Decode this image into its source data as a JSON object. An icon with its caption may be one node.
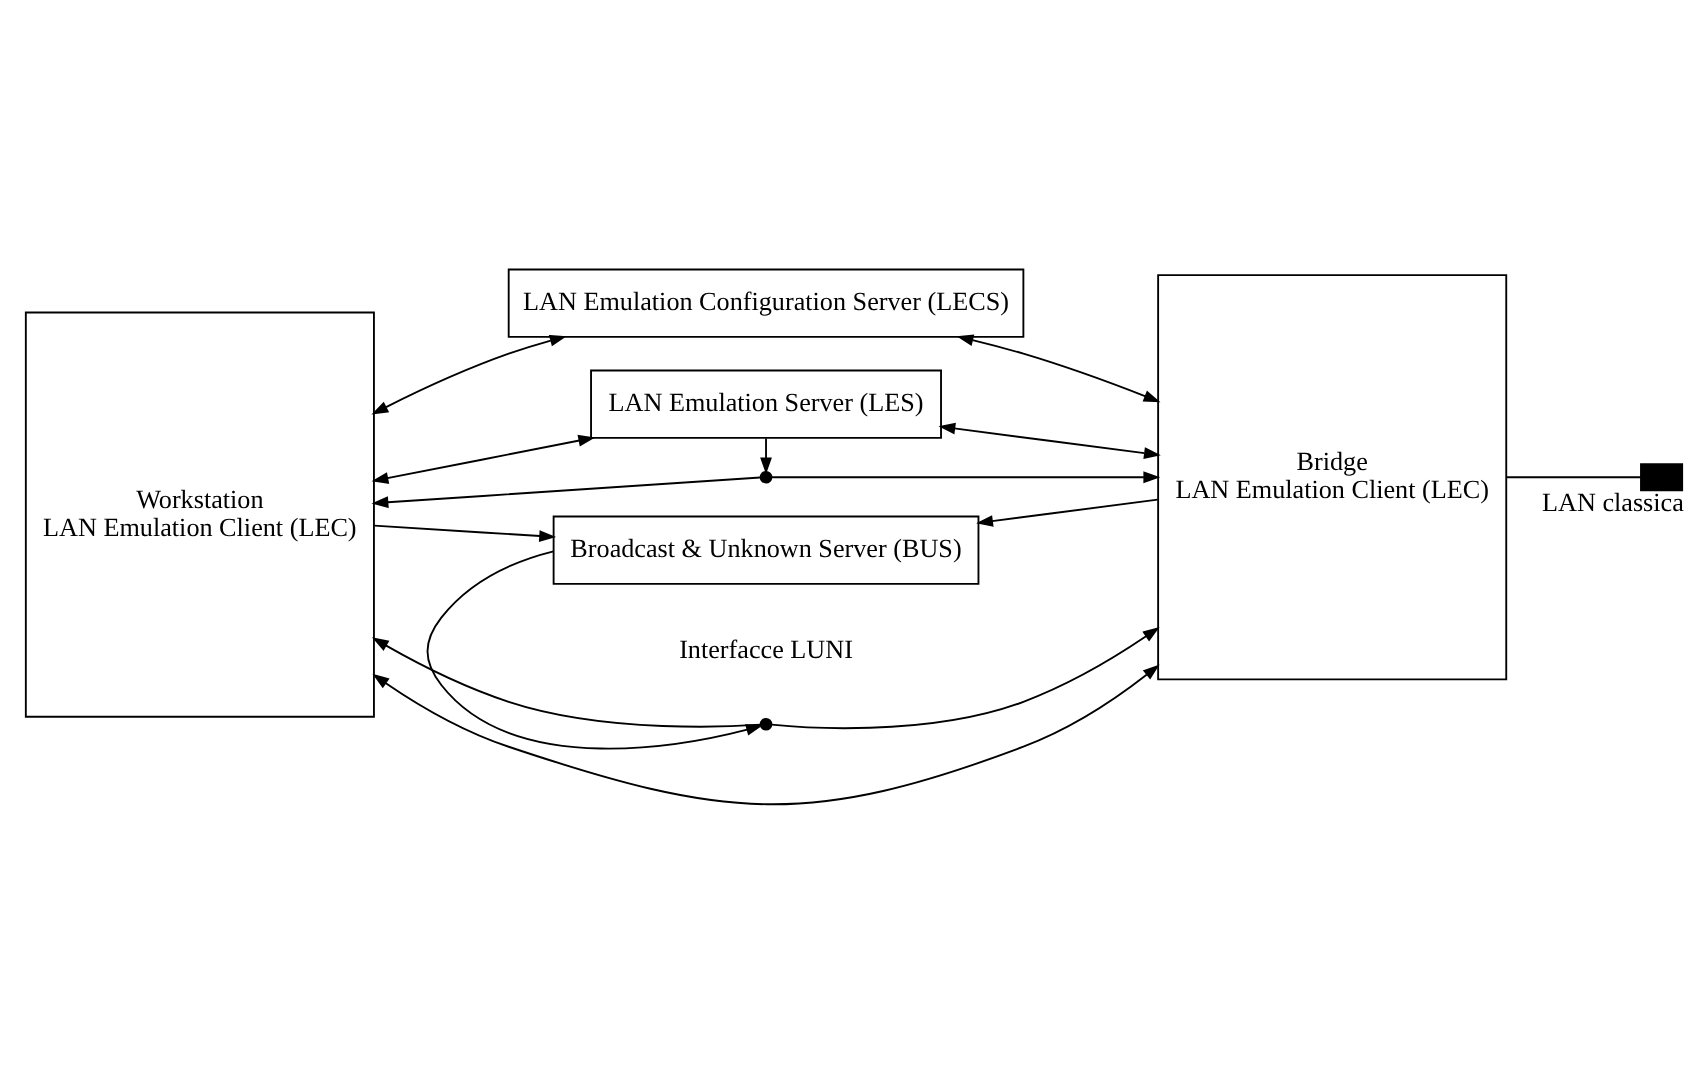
{
  "diagram": {
    "nodes": [
      {
        "text": [
          "Workstation",
          "LAN Emulation Client (LEC)"
        ]
      },
      {
        "text": [
          "LAN Emulation Configuration Server (LECS)"
        ]
      },
      {
        "text": [
          "LAN Emulation Server (LES)"
        ]
      },
      {
        "text": [
          "Broadcast & Unknown Server (BUS)"
        ]
      },
      {
        "text": [
          "Bridge",
          "LAN Emulation Client (LEC)"
        ]
      },
      {
        "text": [],
        "shape": "circle"
      },
      {
        "text": [],
        "shape": "circle"
      },
      {
        "text": [],
        "shape": "bar",
        "beside": [
          "LAN classica"
        ]
      }
    ],
    "edges": [
      {
        "from": 0,
        "to": 1,
        "arrow": "both"
      },
      {
        "from": 1,
        "to": 4,
        "arrow": "both"
      },
      {
        "from": 0,
        "to": 2,
        "arrow": "both"
      },
      {
        "from": 2,
        "to": 4,
        "arrow": "both"
      },
      {
        "from": 2,
        "to": 5,
        "arrow": "to"
      },
      {
        "from": 5,
        "to": 0,
        "arrow": "to"
      },
      {
        "from": 5,
        "to": 4,
        "arrow": "to"
      },
      {
        "from": 0,
        "to": 3,
        "arrow": "to"
      },
      {
        "from": 4,
        "to": 3,
        "arrow": "to"
      },
      {
        "from": 3,
        "to": 6,
        "arrow": "to"
      },
      {
        "from": 6,
        "to": 0,
        "arrow": "to"
      },
      {
        "from": 6,
        "to": 4,
        "arrow": "to"
      },
      {
        "from": 0,
        "to": 4,
        "arrow": "both"
      },
      {
        "from": 4,
        "to": 7,
        "arrow": "none"
      }
    ],
    "labels": [
      "Interfacce LUNI"
    ]
  }
}
